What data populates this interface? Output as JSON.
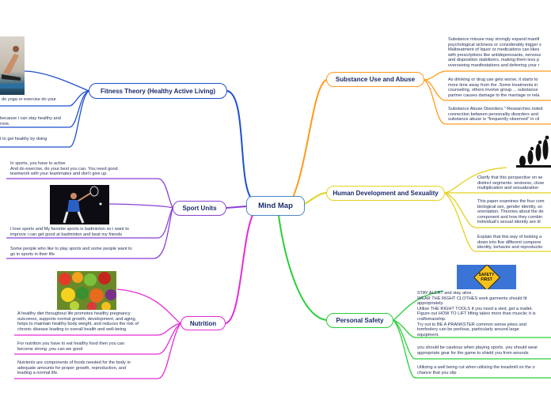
{
  "center": {
    "label": "Mind Map"
  },
  "branches": {
    "fitness": {
      "label": "Fitness Theory (Healthy Active Living)",
      "notes": [
        "do yoga or exercise do your",
        "because i can stay healthy and\nrove.",
        "t to get healthy by doing"
      ],
      "image_icon": "yoga-photo"
    },
    "sport": {
      "label": "Sport Units",
      "notes": [
        "In sports, you have to active\nAnd do exercise, do your best you can. You need good\nteamwork with your teammates and don't give up.",
        "I love sports and My favorite sports is badminton so i want to\nimprove i can get good at badminton and beat my friends",
        "Some people who like to play sports and some people want to\ngo in sports in their life"
      ],
      "image_icon": "badminton-photo"
    },
    "nutrition": {
      "label": "Nutrition",
      "notes": [
        "A healthy diet throughout life promotes healthy pregnancy\noutcomes, supports normal growth, development, and aging,\nhelps to maintain healthy body weight, and reduces the risk of\nchronic disease leading to overall health and well-being.",
        "For nutrition you have to eat healthy  food then you can\nbecome strong  ,you can we good",
        "Nutrients are components of foods needed for the body in\nadequate amounts for proper growth, reproduction, and\nleading a normal life."
      ],
      "image_icon": "fruits-vegetables-photo"
    },
    "substance": {
      "label": "Substance Use and Abuse",
      "notes": [
        "Substance misuse may strongly expand manifi\npsychological sickness or considerably trigger s\nMaltreatment of liquor or medications can likes\nwith prescriptions like antidepressants, nervous\nand disposition stabilizers, making them less p\noverseeing manifestations and deferring your r",
        "As drinking or drug use gets worse, it starts to\nmore time away from the .Some treatments in\ncounseling, others involve group ... substance\npartner causes damage to the marriage or rela",
        "Substance Abuse Disorders.\" Researches noted\nconnection between personality disorders and\nsubstance abuse is \"frequently observed\" in cli"
      ]
    },
    "human": {
      "label": "Human Development and Sexuality",
      "notes": [
        "Clarify that this perspective on se\ndistinct segments: sexiness, close\nmultiplication and sexualization",
        "This paper examines the four com\nbiological sex, gender identity, so\norientation. Theories about the de\ncomponent and how they combin\nindividual's sexual identity are di",
        "Explain that this way of looking a\ndown into five different compone\nidentity, behavior and reproductio"
      ],
      "image_icon": "human-evolution-silhouette"
    },
    "safety": {
      "label": "Personal Safety",
      "notes": [
        "STAY ALERT and stay alive.\nWEAR THE RIGHT CLOTHES  work garments should fit\nappropriately.\nUtilize THE RIGHT TOOLS if you need a sled, get a mallet.\nFigure out HOW TO LIFT lifting takes more than muscle; it is\ncraftsmanship.\nTry not to BE A PRANKSTER common sense jokes and\ntomfoolery can be perilous, particularly around large\nequipment.",
        "you should be cautious when playing sports. you should wear\nappropriate gear for the game to shield you from wounds",
        "Utilizing a well being cut when utilizing the treadmill on the o\nchance that you slip"
      ],
      "sign_text": [
        "SAFETY",
        "FIRST"
      ]
    }
  },
  "colors": {
    "fitness": "#1f4fd1",
    "sport": "#8a3fd6",
    "nutrition": "#e62ad6",
    "substance": "#ff9a1a",
    "human": "#e3d21e",
    "safety": "#27cf39",
    "center_border": "#4d87c7",
    "node_text": "#1b2a6b"
  }
}
